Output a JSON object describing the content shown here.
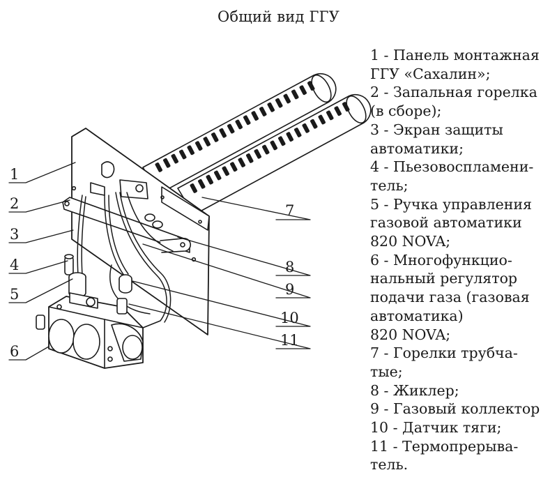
{
  "title": "Общий вид ГГУ",
  "callouts": [
    "1",
    "2",
    "3",
    "4",
    "5",
    "6",
    "7",
    "8",
    "9",
    "10",
    "11"
  ],
  "legend": [
    {
      "lines": [
        "1 - Панель монтажная",
        "ГГУ «Сахалин»;"
      ]
    },
    {
      "lines": [
        "2 - Запальная горелка",
        "(в сборе);"
      ]
    },
    {
      "lines": [
        "3 - Экран защиты",
        "автоматики;"
      ]
    },
    {
      "lines": [
        "4 - Пьезовоспламени-",
        "тель;"
      ]
    },
    {
      "lines": [
        "5 - Ручка управления",
        "газовой автоматики",
        "820 NOVA;"
      ]
    },
    {
      "lines": [
        "6 - Многофункцио-",
        "нальный регулятор",
        "подачи газа (газовая",
        "автоматика)",
        "820 NOVA;"
      ]
    },
    {
      "lines": [
        "7 - Горелки трубча-",
        "тые;"
      ]
    },
    {
      "lines": [
        "8 - Жиклер;"
      ]
    },
    {
      "lines": [
        "9 - Газовый коллектор"
      ]
    },
    {
      "lines": [
        "10 - Датчик тяги;"
      ]
    },
    {
      "lines": [
        "11 - Термопрерыва-",
        "тель."
      ]
    }
  ]
}
